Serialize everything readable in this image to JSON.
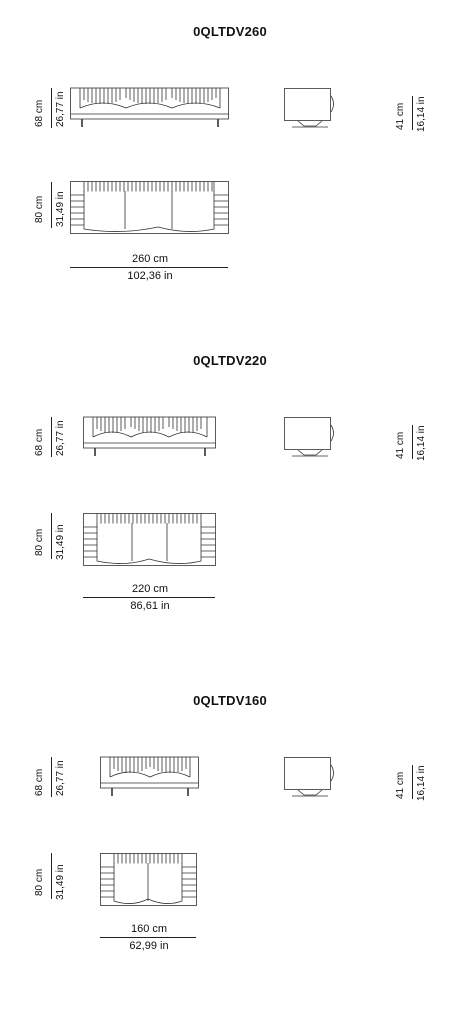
{
  "models": [
    {
      "code": "0QLTDV260",
      "height_cm": "68 cm",
      "height_in": "26,77 in",
      "depth_cm": "80 cm",
      "depth_in": "31,49 in",
      "width_cm": "260 cm",
      "width_in": "102,36 in",
      "seat_cm": "41 cm",
      "seat_in": "16,14 in",
      "cushions": 3
    },
    {
      "code": "0QLTDV220",
      "height_cm": "68 cm",
      "height_in": "26,77 in",
      "depth_cm": "80 cm",
      "depth_in": "31,49 in",
      "width_cm": "220 cm",
      "width_in": "86,61 in",
      "seat_cm": "41 cm",
      "seat_in": "16,14 in",
      "cushions": 3
    },
    {
      "code": "0QLTDV160",
      "height_cm": "68 cm",
      "height_in": "26,77 in",
      "depth_cm": "80 cm",
      "depth_in": "31,49 in",
      "width_cm": "160 cm",
      "width_in": "62,99 in",
      "seat_cm": "41 cm",
      "seat_in": "16,14 in",
      "cushions": 2
    }
  ]
}
